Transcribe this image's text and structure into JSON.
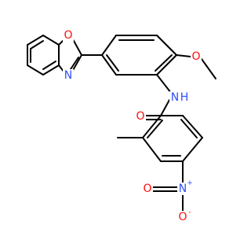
{
  "molecule": {
    "atoms": {
      "oxazole_o": {
        "symbol": "O",
        "color": "#ff0d0d"
      },
      "oxazole_n": {
        "symbol": "N",
        "color": "#3050f8"
      },
      "methoxy_o": {
        "symbol": "O",
        "color": "#ff0d0d"
      },
      "amide_nh": {
        "symbol": "H",
        "prefix": "N",
        "color": "#3050f8"
      },
      "carbonyl_o": {
        "symbol": "O",
        "color": "#ff0d0d"
      },
      "nitro_n": {
        "symbol": "N",
        "charge": "+",
        "color": "#3050f8"
      },
      "nitro_o1": {
        "symbol": "O",
        "color": "#ff0d0d"
      },
      "nitro_o2": {
        "symbol": "O",
        "charge": "-",
        "color": "#ff0d0d"
      }
    },
    "bond_color": "#000000",
    "background": "#ffffff"
  }
}
